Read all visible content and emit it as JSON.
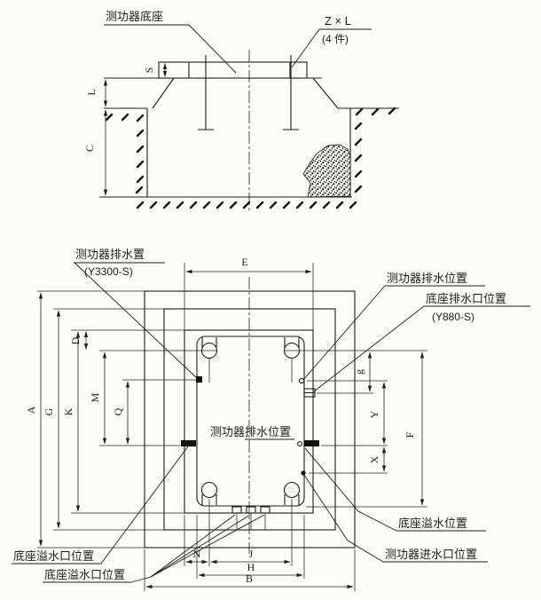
{
  "section": {
    "base_callout": "测功器底座",
    "bolt_callout": "Z × L",
    "bolt_qty": "(4 件)",
    "dims": {
      "s": "S",
      "l": "L",
      "c": "C"
    }
  },
  "plan": {
    "callouts": {
      "dyn_drain_tl": "测功器排水置",
      "dyn_drain_tl_model": "(Y3300-S)",
      "dyn_drain_tr": "测功器排水位置",
      "base_drain_tr": "底座排水口位置",
      "base_drain_tr_model": "(Y880-S)",
      "dyn_drain_center": "测功器排水位置",
      "base_overflow_r": "底座溢水位置",
      "dyn_inlet_br": "测功器进水口位置",
      "base_overflow_l1": "底座溢水口位置",
      "base_overflow_l2": "底座溢水口位置"
    },
    "dims": {
      "e": "E",
      "d": "D",
      "m": "M",
      "q": "Q",
      "k": "K",
      "g": "G",
      "a": "A",
      "g_small": "g",
      "y": "Y",
      "x": "X",
      "f": "F",
      "n": "N",
      "j": "J",
      "h": "H",
      "b": "B"
    }
  },
  "colors": {
    "ink": "#1c1c1c",
    "paper": "#fcfcfa"
  }
}
